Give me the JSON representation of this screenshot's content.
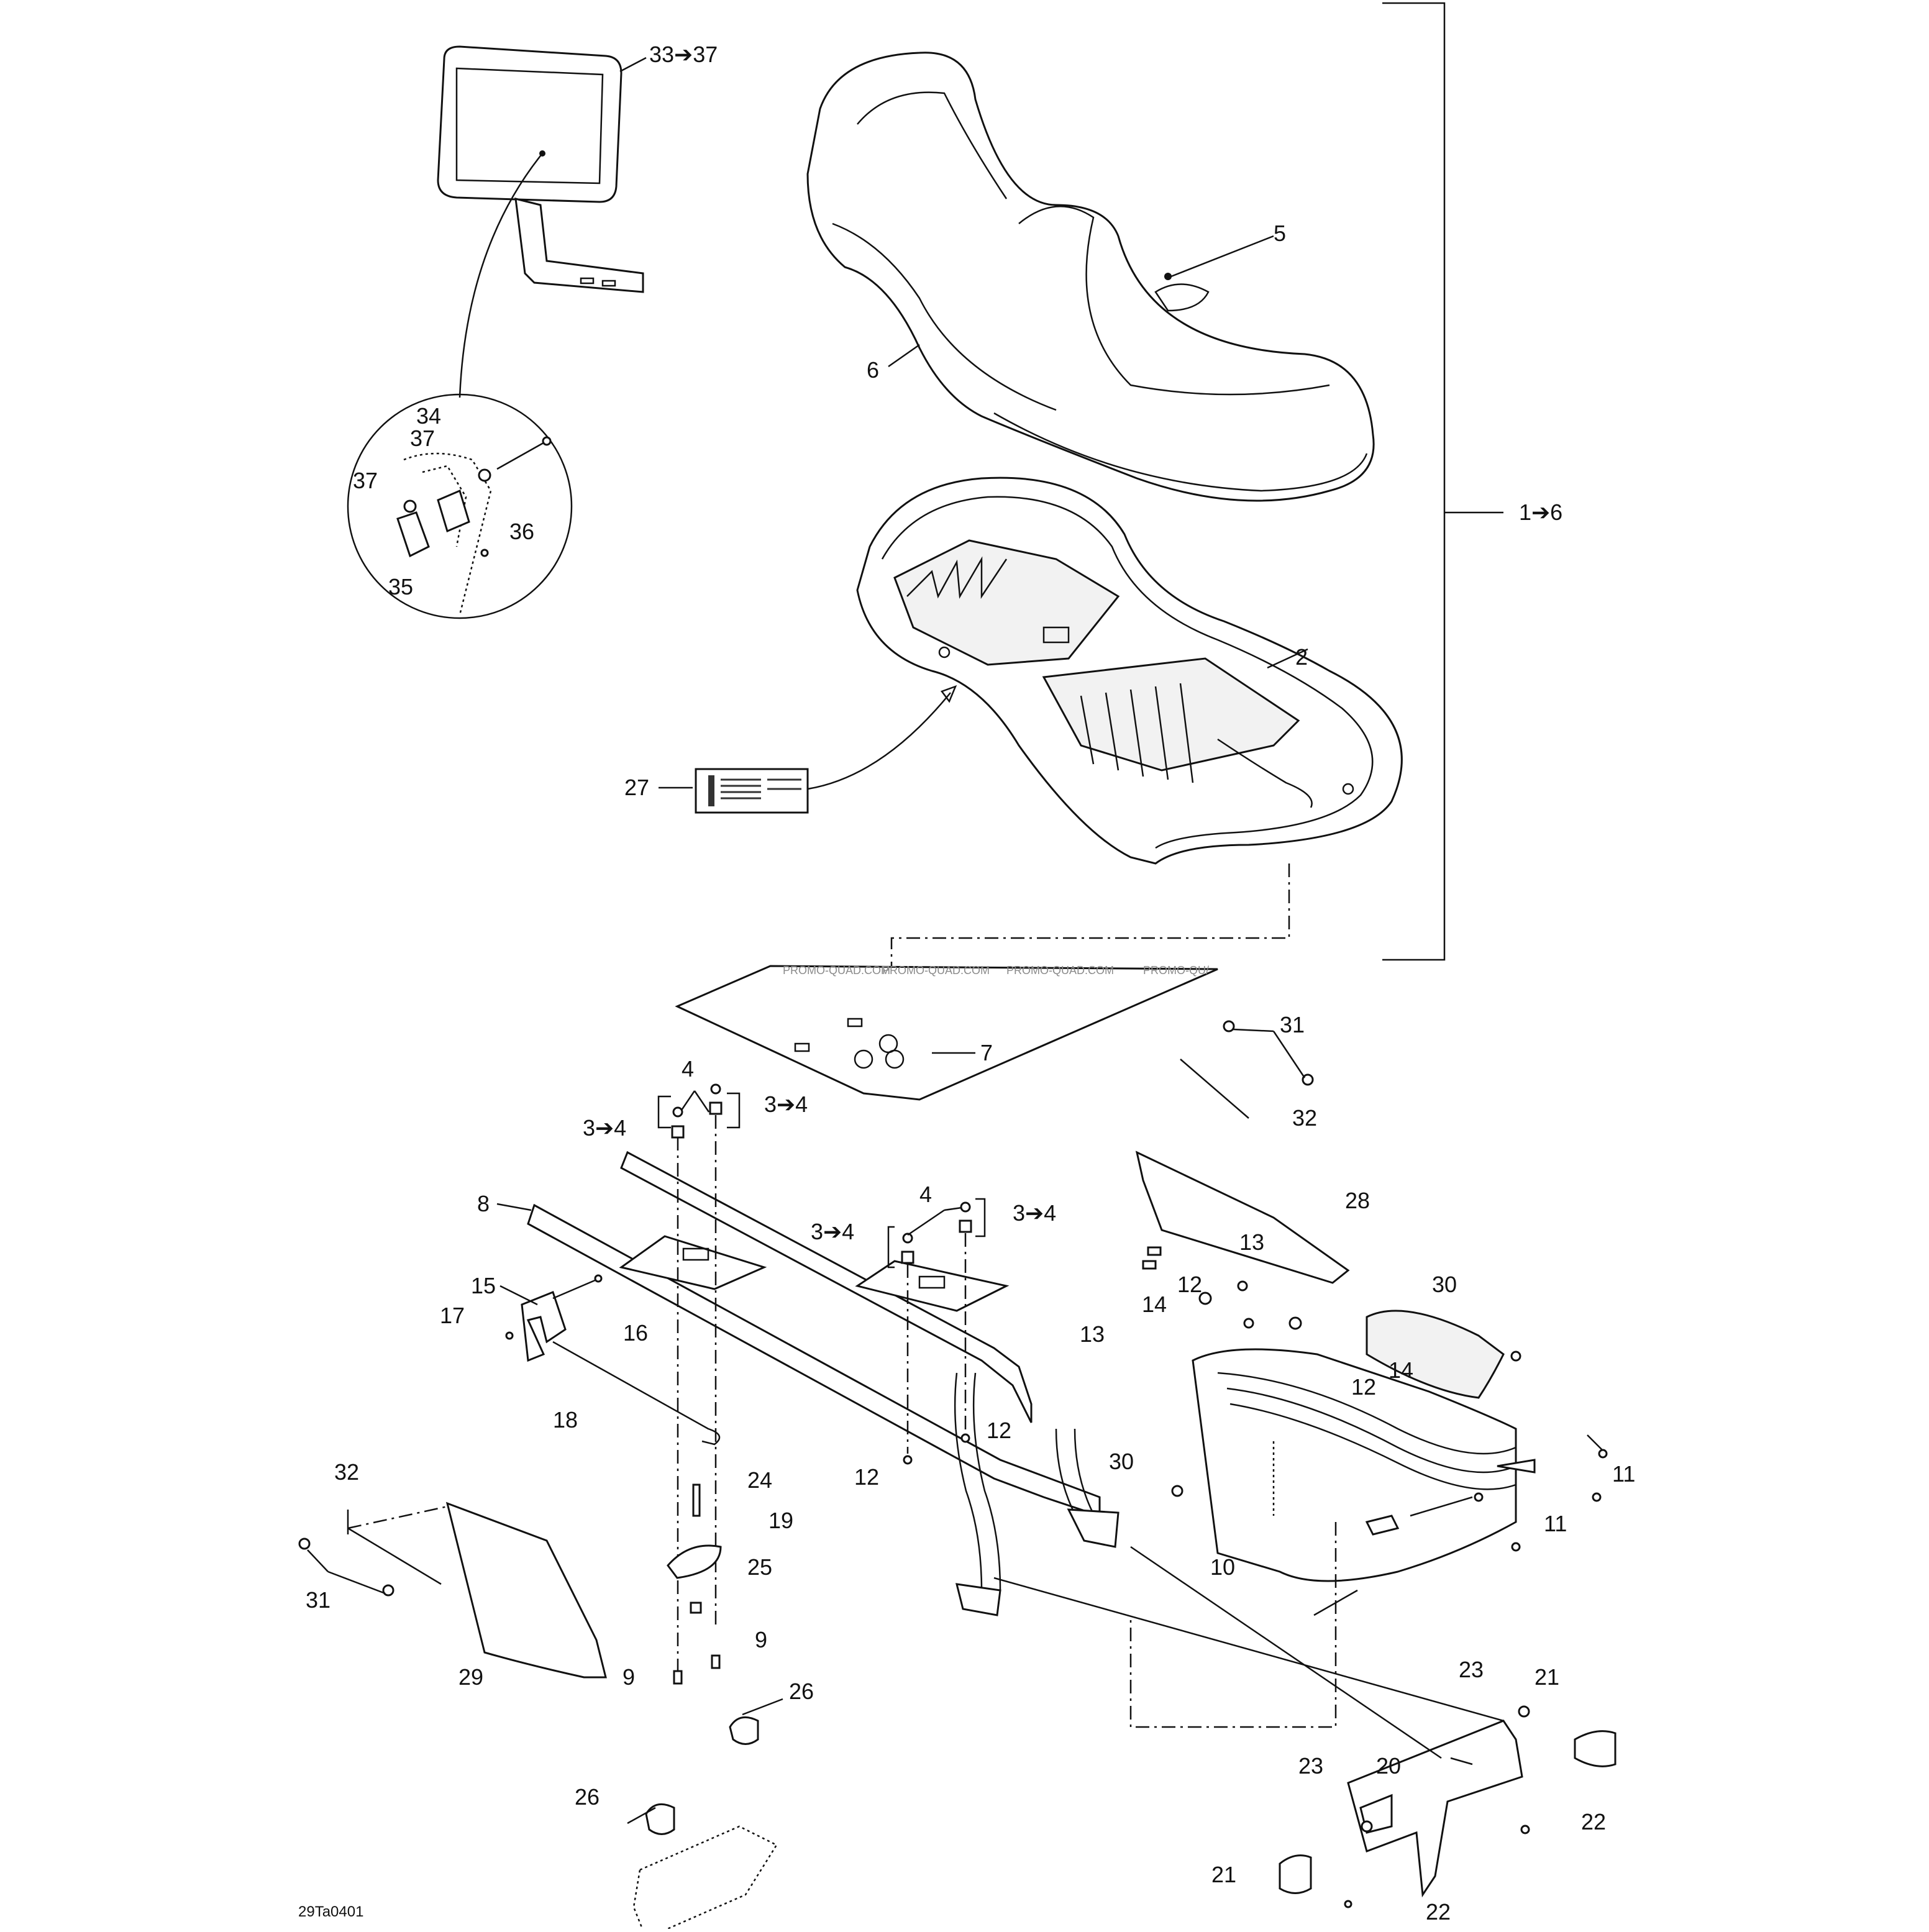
{
  "drawing_code": "29Ta0401",
  "watermark": "PROMO-QUAD.COM",
  "callouts": [
    {
      "id": "c33",
      "text": "33➔37"
    },
    {
      "id": "c1",
      "text": "1➔6"
    },
    {
      "id": "c5",
      "text": "5"
    },
    {
      "id": "c6",
      "text": "6"
    },
    {
      "id": "c34",
      "text": "34"
    },
    {
      "id": "c37a",
      "text": "37"
    },
    {
      "id": "c37b",
      "text": "37"
    },
    {
      "id": "c36",
      "text": "36"
    },
    {
      "id": "c35",
      "text": "35"
    },
    {
      "id": "c2",
      "text": "2"
    },
    {
      "id": "c27",
      "text": "27"
    },
    {
      "id": "c7",
      "text": "7"
    },
    {
      "id": "c31a",
      "text": "31"
    },
    {
      "id": "c32a",
      "text": "32"
    },
    {
      "id": "c28",
      "text": "28"
    },
    {
      "id": "c4a",
      "text": "4"
    },
    {
      "id": "c34a",
      "text": "3➔4"
    },
    {
      "id": "c34b",
      "text": "3➔4"
    },
    {
      "id": "c8",
      "text": "8"
    },
    {
      "id": "c4b",
      "text": "4"
    },
    {
      "id": "c34c",
      "text": "3➔4"
    },
    {
      "id": "c34d",
      "text": "3➔4"
    },
    {
      "id": "c13a",
      "text": "13"
    },
    {
      "id": "c12a",
      "text": "12"
    },
    {
      "id": "c30a",
      "text": "30"
    },
    {
      "id": "c15",
      "text": "15"
    },
    {
      "id": "c14a",
      "text": "14"
    },
    {
      "id": "c17",
      "text": "17"
    },
    {
      "id": "c16",
      "text": "16"
    },
    {
      "id": "c13b",
      "text": "13"
    },
    {
      "id": "c14b",
      "text": "14"
    },
    {
      "id": "c12b",
      "text": "12"
    },
    {
      "id": "c18",
      "text": "18"
    },
    {
      "id": "c12c",
      "text": "12"
    },
    {
      "id": "c12d",
      "text": "12"
    },
    {
      "id": "c30b",
      "text": "30"
    },
    {
      "id": "c11a",
      "text": "11"
    },
    {
      "id": "c24",
      "text": "24"
    },
    {
      "id": "c32b",
      "text": "32"
    },
    {
      "id": "c19",
      "text": "19"
    },
    {
      "id": "c11b",
      "text": "11"
    },
    {
      "id": "c10",
      "text": "10"
    },
    {
      "id": "c25",
      "text": "25"
    },
    {
      "id": "c31b",
      "text": "31"
    },
    {
      "id": "c9a",
      "text": "9"
    },
    {
      "id": "c29",
      "text": "29"
    },
    {
      "id": "c9b",
      "text": "9"
    },
    {
      "id": "c26a",
      "text": "26"
    },
    {
      "id": "c23a",
      "text": "23"
    },
    {
      "id": "c21a",
      "text": "21"
    },
    {
      "id": "c26b",
      "text": "26"
    },
    {
      "id": "c23b",
      "text": "23"
    },
    {
      "id": "c20",
      "text": "20"
    },
    {
      "id": "c22a",
      "text": "22"
    },
    {
      "id": "c21b",
      "text": "21"
    },
    {
      "id": "c22b",
      "text": "22"
    }
  ]
}
